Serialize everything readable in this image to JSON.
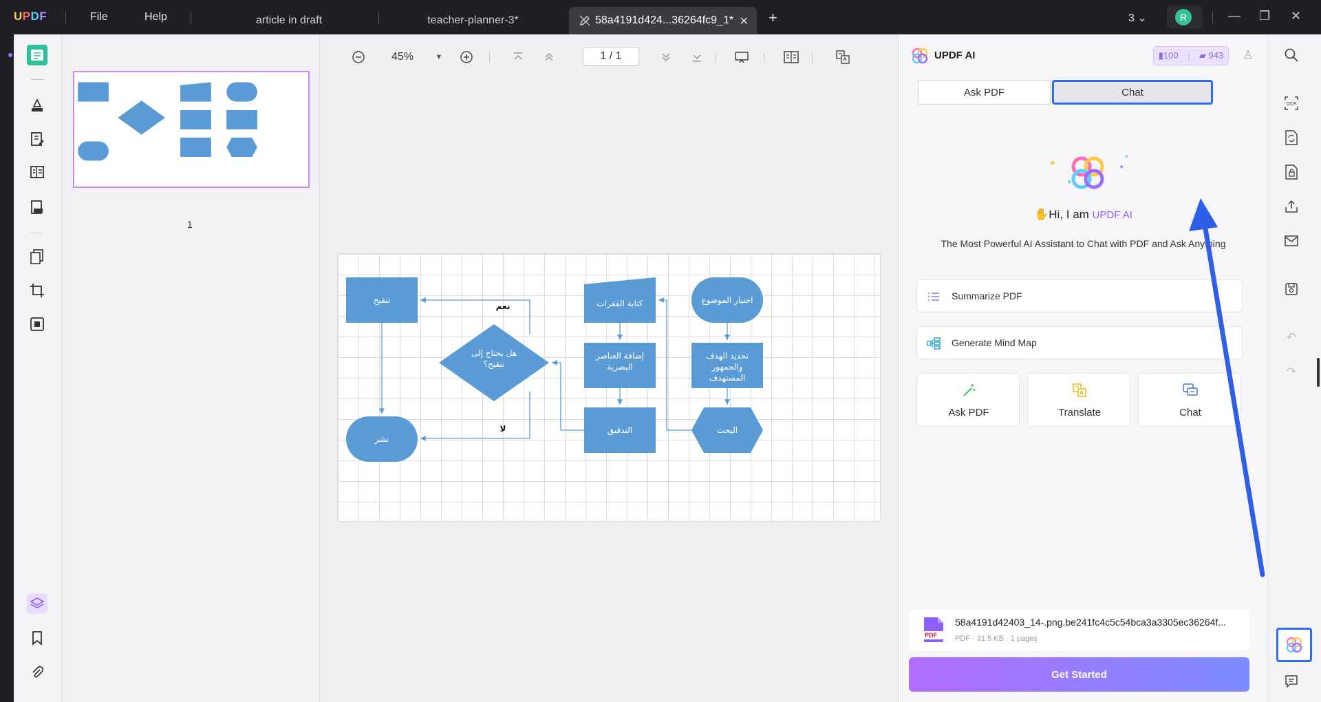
{
  "app": {
    "logo": "UPDF"
  },
  "menu": {
    "file": "File",
    "help": "Help"
  },
  "tabs": [
    {
      "label": "article in draft"
    },
    {
      "label": "teacher-planner-3*"
    },
    {
      "label": "58a4191d424...36264fc9_1*"
    }
  ],
  "window": {
    "count": "3",
    "avatar_letter": "R"
  },
  "viewer": {
    "zoom": "45%",
    "page_display": "1 / 1",
    "thumbnail_page": "1"
  },
  "flowchart": {
    "nodes": {
      "topic": "اختيار الموضوع",
      "goal": "تحديد الهدف والجمهور المستهدف",
      "research": "البحث",
      "paragraphs": "كتابة الفقرات",
      "visuals": "إضافة العناصر البصرية",
      "check": "التدقيق",
      "decision": "هل يحتاج إلى تنقيح؟",
      "revise": "تنقيح",
      "publish": "نشر"
    },
    "labels": {
      "yes": "نعم",
      "no": "لا"
    }
  },
  "ai": {
    "title": "UPDF AI",
    "credits_a": "100",
    "credits_b": "943",
    "tab_ask": "Ask PDF",
    "tab_chat": "Chat",
    "greeting": "Hi, I am ",
    "brand": "UPDF AI",
    "tagline": "The Most Powerful AI Assistant to Chat with PDF and Ask Anything",
    "summarize": "Summarize PDF",
    "mindmap": "Generate Mind Map",
    "card_ask": "Ask PDF",
    "card_translate": "Translate",
    "card_chat": "Chat",
    "file_name": "58a4191d42403_14-.png.be241fc4c5c54bca3a3305ec36264f...",
    "file_meta": "PDF · 31.5 KB · 1 pages",
    "file_badge": "PDF",
    "get_started": "Get Started"
  },
  "colors": {
    "accent": "#2f6bf0",
    "shape": "#5b9bd5",
    "brand_purple": "#8b60ff"
  }
}
